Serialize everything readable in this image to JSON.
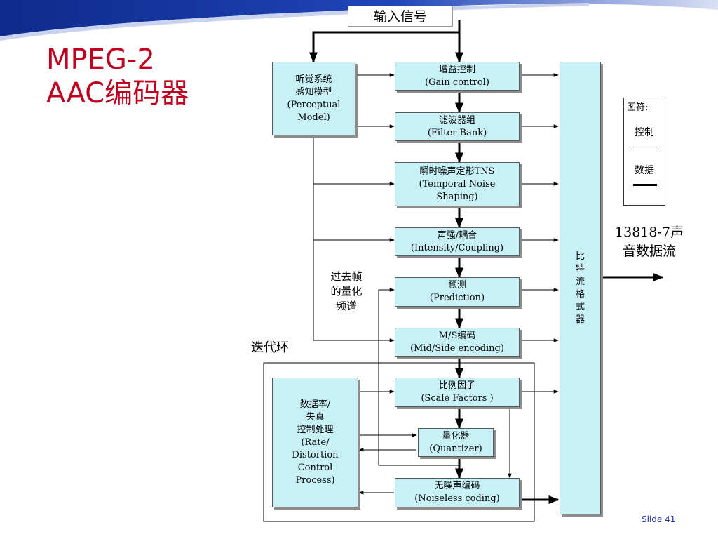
{
  "slide": {
    "title_line1": "MPEG-2",
    "title_line2": "AAC编码器",
    "footer": "Slide 41"
  },
  "colors": {
    "title": "#c0001f",
    "block_fill": "#c7f1f7",
    "banner_blue": "#1b3aa8",
    "footer_text": "#2233aa"
  },
  "diagram": {
    "input_label": "输入信号",
    "blocks": {
      "perceptual": [
        "听觉系统",
        "感知模型",
        "(Perceptual",
        "Model)"
      ],
      "gain": [
        "增益控制",
        "(Gain control)"
      ],
      "filter": [
        "滤波器组",
        "(Filter Bank)"
      ],
      "tns": [
        "瞬时噪声定形TNS",
        "(Temporal Noise",
        "Shaping)"
      ],
      "intensity": [
        "声强/耦合",
        "(Intensity/Coupling)"
      ],
      "prediction": [
        "预测",
        "(Prediction)"
      ],
      "ms": [
        "M/S编码",
        "(Mid/Side encoding)"
      ],
      "scale": [
        "比例因子",
        "(Scale Factors )"
      ],
      "quantizer": [
        "量化器",
        "(Quantizer)"
      ],
      "noiseless": [
        "无噪声编码",
        "(Noiseless coding)"
      ],
      "rate": [
        "数据率/",
        "失真",
        "控制处理",
        "(Rate/",
        "Distortion",
        "Control",
        "Process)"
      ],
      "bitstream": [
        "比",
        "特",
        "流",
        "格",
        "式",
        "器"
      ]
    },
    "past_frame_label": [
      "过去帧",
      "的量化",
      "频谱"
    ],
    "iteration_label": "迭代环",
    "output_label": [
      "13818-7声",
      "音数据流"
    ],
    "legend": {
      "title": "图符:",
      "control": "控制",
      "data": "数据"
    }
  }
}
